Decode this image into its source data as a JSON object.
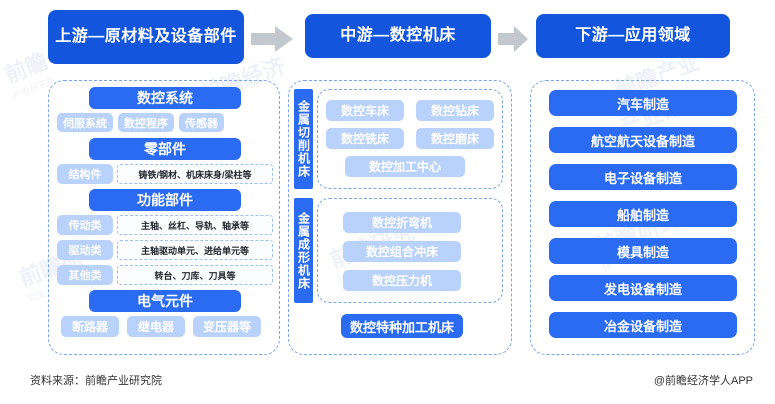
{
  "header": {
    "upstream": "上游—原材料及设备部件",
    "midstream": "中游—数控机床",
    "downstream": "下游—应用领域",
    "arrow_icon": "right-arrow-icon"
  },
  "upstream": {
    "groups": [
      {
        "title": "数控系统",
        "subs": [
          "伺服系统",
          "数控程序",
          "传感器"
        ],
        "details": []
      },
      {
        "title": "零部件",
        "subs": [],
        "details": [
          {
            "tag": "结构件",
            "text": "铸铁/钢材、机床床身/梁柱等"
          }
        ]
      },
      {
        "title": "功能部件",
        "subs": [],
        "details": [
          {
            "tag": "传动类",
            "text": "主轴、丝杠、导轨、轴承等"
          },
          {
            "tag": "驱动类",
            "text": "主轴驱动单元、进给单元等"
          },
          {
            "tag": "其他类",
            "text": "转台、刀库、刀具等"
          }
        ]
      },
      {
        "title": "电气元件",
        "subs": [
          "断路器",
          "继电器",
          "变压器等"
        ],
        "details": []
      }
    ]
  },
  "midstream": {
    "groups": [
      {
        "vertical_label": "金属切削机床",
        "items": [
          "数控车床",
          "数控钻床",
          "数控铣床",
          "数控磨床",
          "数控加工中心"
        ]
      },
      {
        "vertical_label": "金属成形机床",
        "items": [
          "数控折弯机",
          "数控组合冲床",
          "数控压力机"
        ]
      }
    ],
    "standalone": "数控特种加工机床"
  },
  "downstream": {
    "items": [
      "汽车制造",
      "航空航天设备制造",
      "电子设备制造",
      "船舶制造",
      "模具制造",
      "发电设备制造",
      "冶金设备制造"
    ]
  },
  "footer": {
    "source": "资料来源：前瞻产业研究院",
    "credit": "@前瞻经济学人APP"
  },
  "watermarks": [
    "前瞻产业研究院",
    "前瞻经济学人",
    "前瞻产业研究院",
    "前瞻研究院"
  ],
  "colors": {
    "brand_blue": "#1455dd",
    "pill_blue": "#2a6bf2",
    "pill_soft": "#b9d2fb",
    "dash_border": "#7aa5ee",
    "arrow_gray": "#c3c8ce"
  }
}
